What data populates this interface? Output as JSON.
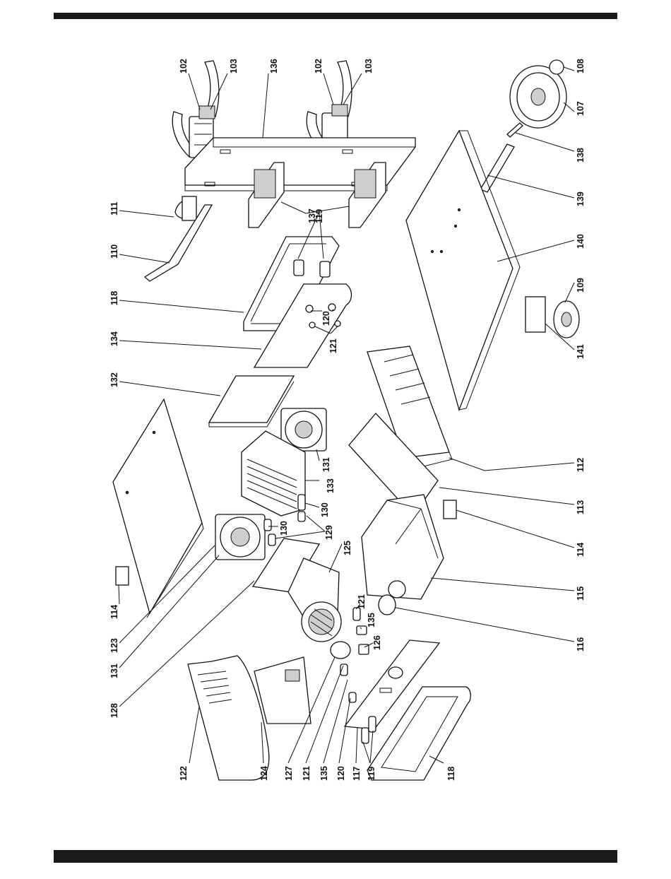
{
  "parts_diagram": {
    "callouts": [
      "102",
      "103",
      "136",
      "102",
      "103",
      "108",
      "107",
      "111",
      "110",
      "137",
      "119",
      "138",
      "139",
      "118",
      "120",
      "140",
      "134",
      "121",
      "109",
      "141",
      "132",
      "112",
      "113",
      "114",
      "131",
      "133",
      "130",
      "130",
      "129",
      "125",
      "115",
      "114",
      "116",
      "123",
      "131",
      "121",
      "135",
      "126",
      "128",
      "122",
      "124",
      "127",
      "121",
      "135",
      "120",
      "117",
      "119",
      "118"
    ]
  }
}
